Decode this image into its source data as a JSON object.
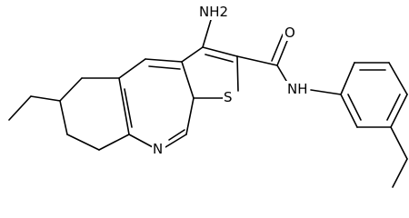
{
  "atom_labels": {
    "nh2": "NH2",
    "carbonyl_o": "O",
    "amide_nh": "NH",
    "ring_s": "S",
    "ring_n": "N"
  },
  "colors": {
    "bond": "#000000",
    "text": "#000000",
    "background": "#ffffff"
  }
}
